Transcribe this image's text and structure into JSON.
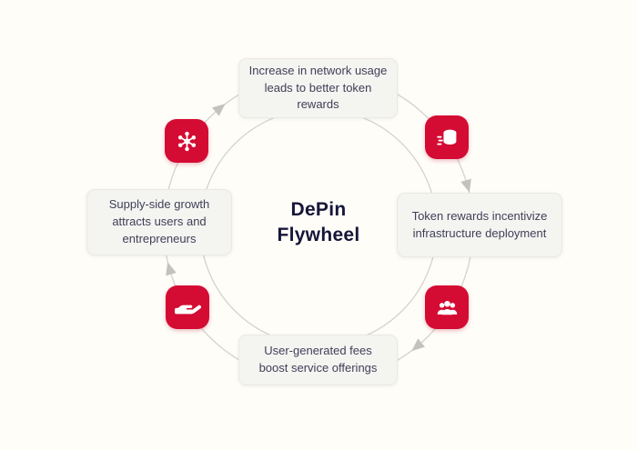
{
  "diagram": {
    "title": {
      "line1": "DePin",
      "line2": "Flywheel"
    },
    "nodes": {
      "top": "Increase in network usage leads to better token rewards",
      "right": "Token rewards incentivize infrastructure deployment",
      "bottom": "User-generated fees boost service offerings",
      "left": "Supply-side growth attracts users and entrepreneurs"
    },
    "icons": {
      "top_left": "network-nodes-icon",
      "top_right": "coins-icon",
      "bottom_right": "people-group-icon",
      "bottom_left": "giving-hand-icon"
    },
    "flow_direction": "clockwise"
  },
  "colors": {
    "background": "#fffdf8",
    "accent-red": "#d40b33",
    "ring-gray": "#d7d5d1",
    "arrow-gray": "#c4c2be",
    "box-bg": "#f4f4f1",
    "box-border": "#eae9e4",
    "title-navy": "#161639",
    "body-text": "#3f3f58"
  }
}
